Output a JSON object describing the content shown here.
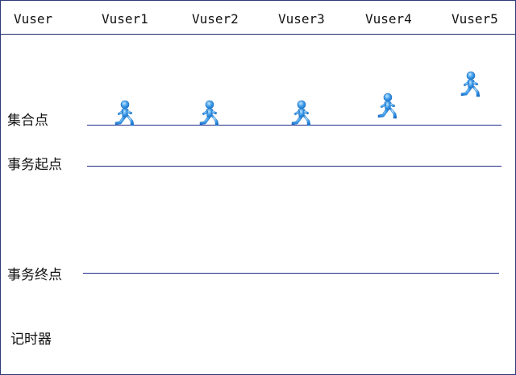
{
  "header": {
    "columns": [
      "Vuser",
      "Vuser1",
      "Vuser2",
      "Vuser3",
      "Vuser4",
      "Vuser5"
    ]
  },
  "rows": {
    "rendezvous": "集合点",
    "transaction_start": "事务起点",
    "transaction_end": "事务终点",
    "timer": "记时器"
  },
  "icons": {
    "vuser": "running-person-icon"
  },
  "colors": {
    "line": "#1f2a8a",
    "runner_body": "#3a9ae8",
    "runner_dark": "#1c6fc4",
    "runner_light": "#9fd3ff"
  }
}
